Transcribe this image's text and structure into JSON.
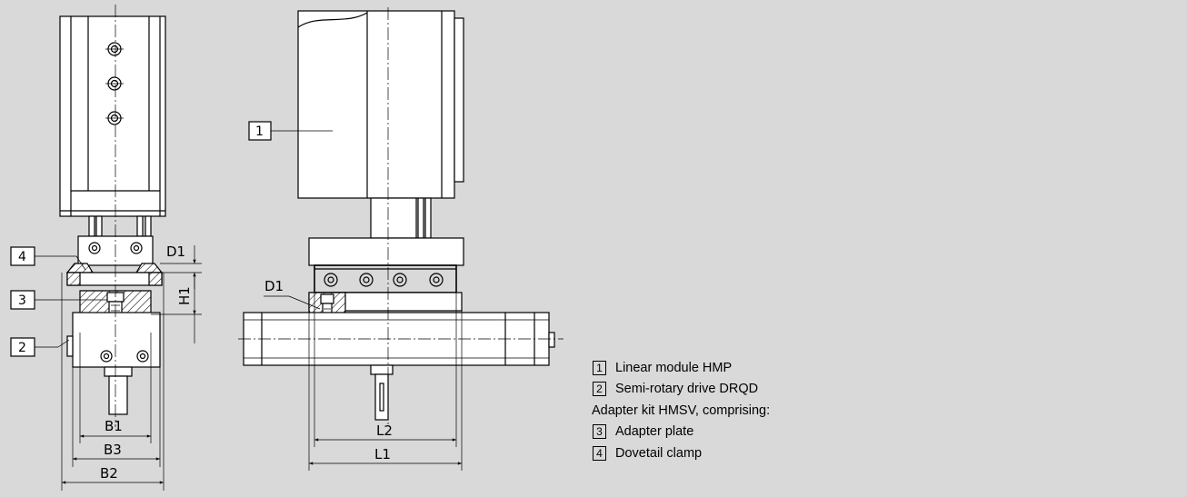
{
  "dimensions": {
    "d1_left": "D1",
    "h1": "H1",
    "b1": "B1",
    "b3": "B3",
    "b2": "B2",
    "d1_right": "D1",
    "l2": "L2",
    "l1": "L1"
  },
  "callouts": {
    "c1": "1",
    "c2": "2",
    "c3": "3",
    "c4": "4"
  },
  "legend": {
    "items": [
      {
        "num": "1",
        "text": "Linear module HMP"
      },
      {
        "num": "2",
        "text": "Semi-rotary drive DRQD"
      },
      {
        "num": "",
        "text": "Adapter kit HMSV, comprising:"
      },
      {
        "num": "3",
        "text": "Adapter plate"
      },
      {
        "num": "4",
        "text": "Dovetail clamp"
      }
    ]
  }
}
